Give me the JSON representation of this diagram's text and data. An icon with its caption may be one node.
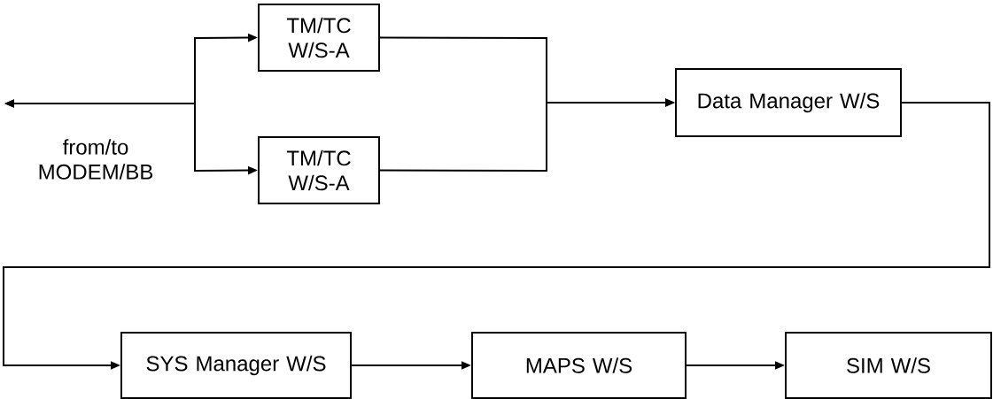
{
  "diagram": {
    "nodes": [
      {
        "text": [
          "TM/TC W/S-A"
        ]
      },
      {
        "text": [
          "TM/TC W/S-A"
        ]
      },
      {
        "text": [
          "Data Manager W/S"
        ]
      },
      {
        "text": [
          "SYS Manager W/S"
        ]
      },
      {
        "text": [
          "MAPS W/S"
        ]
      },
      {
        "text": [
          "SIM W/S"
        ]
      }
    ],
    "edges": [
      {
        "from": null,
        "to": 0,
        "arrow": "both"
      },
      {
        "from": null,
        "to": 1,
        "arrow": "both"
      },
      {
        "from": 0,
        "to": 2,
        "arrow": "to"
      },
      {
        "from": 1,
        "to": 2,
        "arrow": "to"
      },
      {
        "from": 2,
        "to": 3,
        "arrow": "to"
      },
      {
        "from": 3,
        "to": 4,
        "arrow": "to"
      },
      {
        "from": 4,
        "to": 5,
        "arrow": "to"
      }
    ],
    "labels": [
      "from/to MODEM/BB"
    ]
  }
}
